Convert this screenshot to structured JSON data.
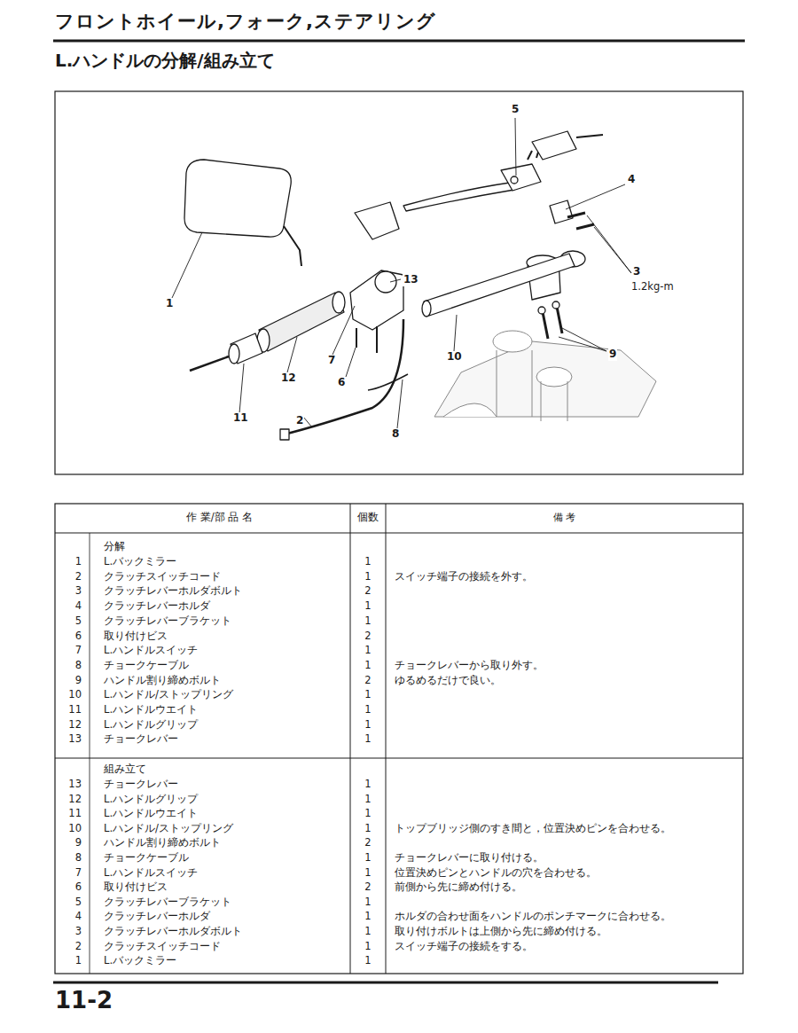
{
  "diagram": {
    "title": "L.ハンドルの分解/組み立て",
    "labels": [
      "フロントホイール,フォーク,ステアリング",
      "5",
      "4",
      "3",
      "1.2kg-m",
      "13",
      "1",
      "9",
      "7",
      "12",
      "6",
      "10",
      "11",
      "2",
      "8",
      "作 業/部 品 名",
      "個数",
      "備 考",
      "分解",
      "1",
      "L.バックミラー",
      "1",
      "2",
      "クラッチスイッチコード",
      "1",
      "スイッチ端子の接続を外す。",
      "3",
      "クラッチレバーホルダボルト",
      "2",
      "4",
      "クラッチレバーホルダ",
      "1",
      "5",
      "クラッチレバーブラケット",
      "1",
      "6",
      "取り付けビス",
      "2",
      "7",
      "L.ハンドルスイッチ",
      "1",
      "8",
      "チョークケーブル",
      "1",
      "チョークレバーから取り外す。",
      "9",
      "ハンドル割り締めボルト",
      "2",
      "ゆるめるだけで良い。",
      "10",
      "L.ハンドル/ストップリング",
      "1",
      "11",
      "L.ハンドルウエイト",
      "1",
      "12",
      "L.ハンドルグリップ",
      "1",
      "13",
      "チョークレバー",
      "1",
      "組み立て",
      "13",
      "チョークレバー",
      "1",
      "12",
      "L.ハンドルグリップ",
      "1",
      "11",
      "L.ハンドルウエイト",
      "1",
      "10",
      "L.ハンドル/ストップリング",
      "1",
      "トップブリッジ側のすき間と，位置決めピンを合わせる。",
      "9",
      "ハンドル割り締めボルト",
      "2",
      "8",
      "チョークケーブル",
      "1",
      "チョークレバーに取り付ける。",
      "7",
      "L.ハンドルスイッチ",
      "1",
      "位置決めピンとハンドルの穴を合わせる。",
      "6",
      "取り付けビス",
      "2",
      "前側から先に締め付ける。",
      "5",
      "クラッチレバーブラケット",
      "1",
      "4",
      "クラッチレバーホルダ",
      "1",
      "ホルダの合わせ面をハンドルのポンチマークに合わせる。",
      "3",
      "クラッチレバーホルダボルト",
      "1",
      "取り付けボルトは上側から先に締め付ける。",
      "2",
      "クラッチスイッチコード",
      "1",
      "スイッチ端子の接続をする。",
      "1",
      "L.バックミラー",
      "1",
      "11-2"
    ]
  }
}
